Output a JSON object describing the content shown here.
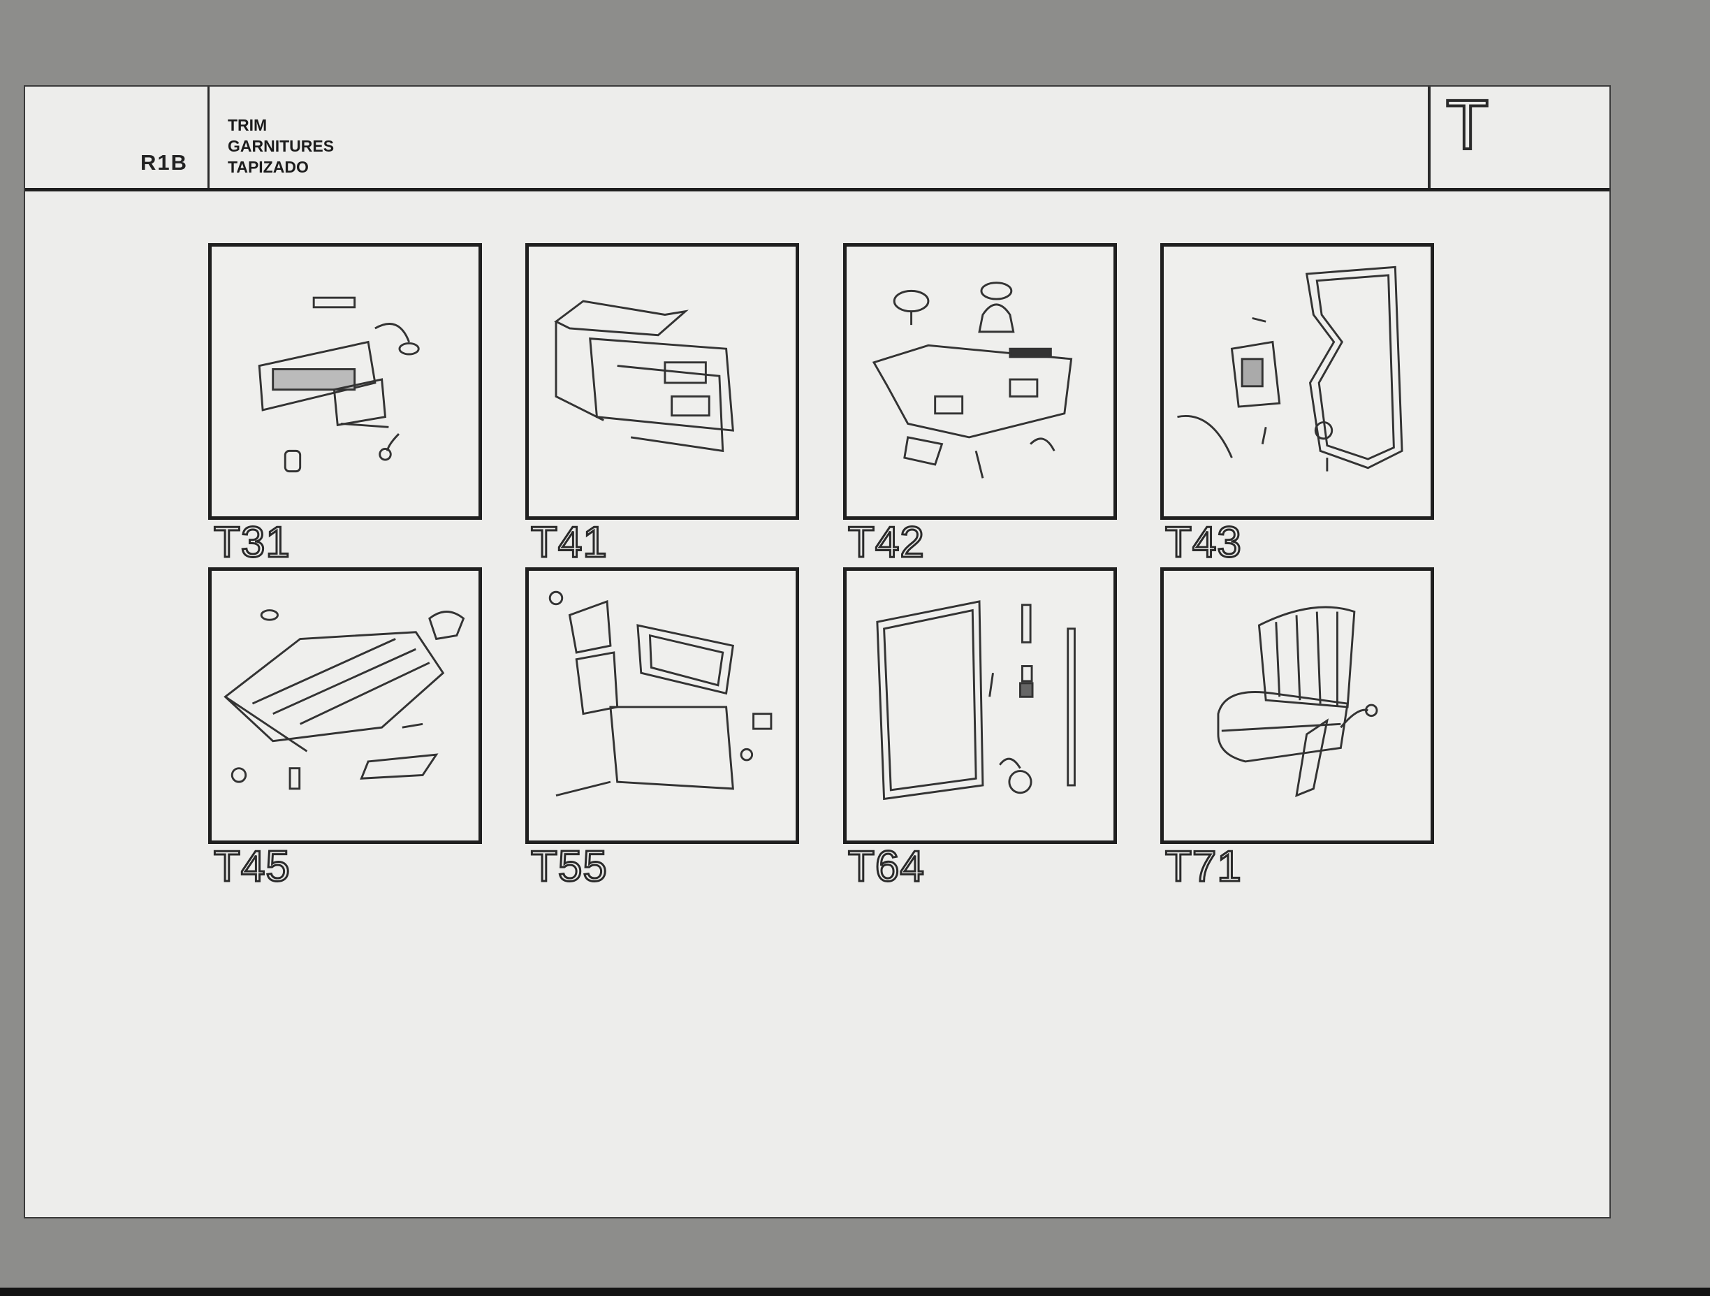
{
  "header": {
    "code": "R1B",
    "title_lines": [
      "TRIM",
      "GARNITURES",
      "TAPIZADO"
    ],
    "section_letter": "T"
  },
  "tiles": [
    {
      "label": "T31",
      "icon": "door-panel-icon"
    },
    {
      "label": "T41",
      "icon": "floor-carpet-frame-icon"
    },
    {
      "label": "T42",
      "icon": "floor-mat-grommet-icon"
    },
    {
      "label": "T43",
      "icon": "door-seal-icon"
    },
    {
      "label": "T45",
      "icon": "headlining-icon"
    },
    {
      "label": "T55",
      "icon": "rear-panel-trim-icon"
    },
    {
      "label": "T64",
      "icon": "window-seal-icon"
    },
    {
      "label": "T71",
      "icon": "seat-icon"
    }
  ]
}
